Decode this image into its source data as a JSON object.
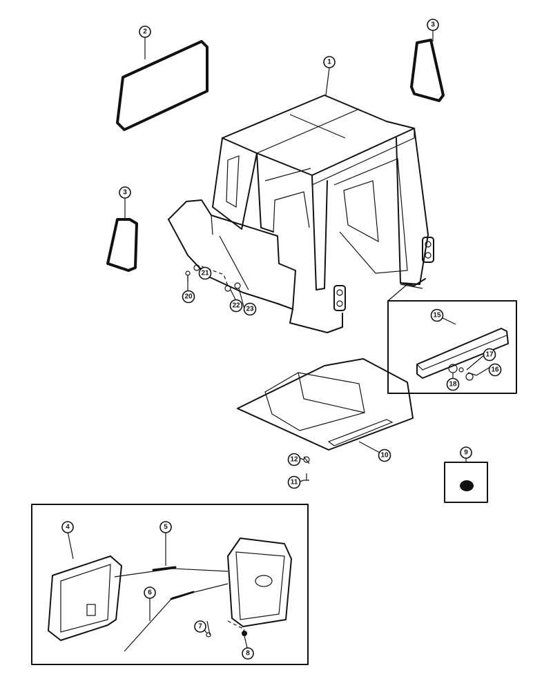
{
  "callouts": [
    {
      "id": "c1",
      "label": "1"
    },
    {
      "id": "c2",
      "label": "2"
    },
    {
      "id": "c3a",
      "label": "3"
    },
    {
      "id": "c3b",
      "label": "3"
    },
    {
      "id": "c4",
      "label": "4"
    },
    {
      "id": "c5",
      "label": "5"
    },
    {
      "id": "c6",
      "label": "6"
    },
    {
      "id": "c7",
      "label": "7"
    },
    {
      "id": "c8",
      "label": "8"
    },
    {
      "id": "c9",
      "label": "9"
    },
    {
      "id": "c10",
      "label": "10"
    },
    {
      "id": "c11",
      "label": "11"
    },
    {
      "id": "c12",
      "label": "12"
    },
    {
      "id": "c15",
      "label": "15"
    },
    {
      "id": "c16",
      "label": "16"
    },
    {
      "id": "c17",
      "label": "17"
    },
    {
      "id": "c18",
      "label": "18"
    },
    {
      "id": "c20",
      "label": "20"
    },
    {
      "id": "c21",
      "label": "21"
    },
    {
      "id": "c22",
      "label": "22"
    },
    {
      "id": "c23",
      "label": "23"
    }
  ],
  "colors": {
    "ink": "#111111",
    "paper": "#ffffff"
  }
}
